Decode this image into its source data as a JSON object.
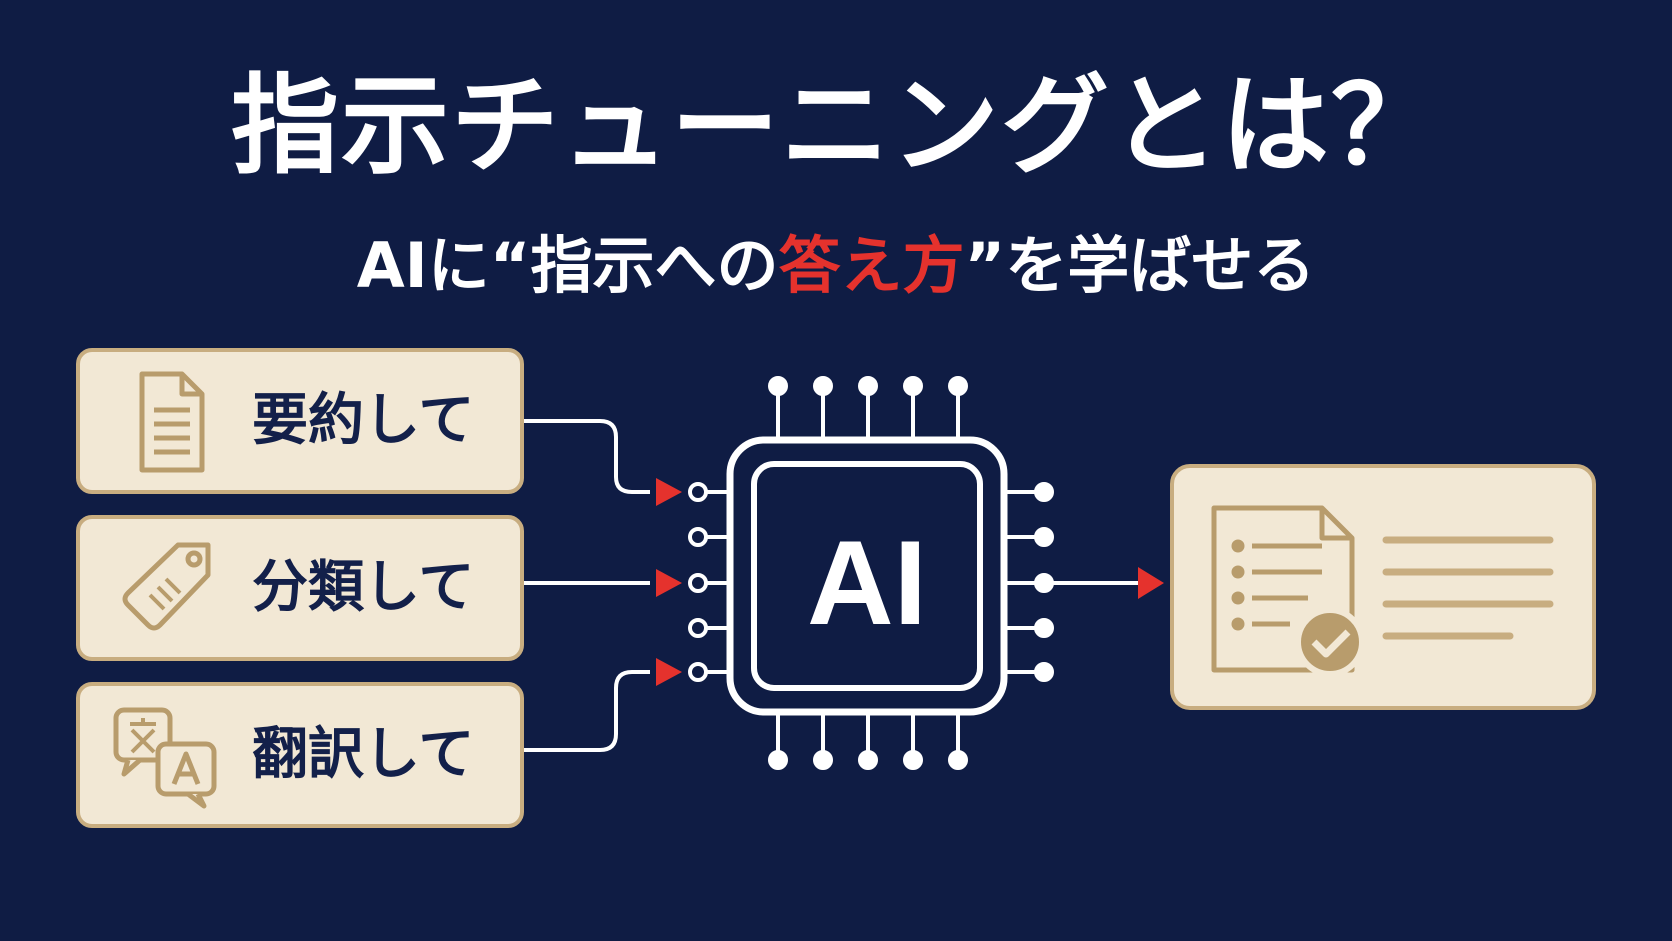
{
  "title": "指示チューニングとは？",
  "subtitle": {
    "before": "AIに“指示への",
    "highlight": "答え方",
    "after": "”を学ばせる"
  },
  "inputs": [
    {
      "label": "要約して",
      "icon": "document-icon"
    },
    {
      "label": "分類して",
      "icon": "tag-icon"
    },
    {
      "label": "翻訳して",
      "icon": "translate-icon"
    }
  ],
  "chip": {
    "label": "AI"
  },
  "output": {
    "icon": "checked-document-icon"
  },
  "colors": {
    "background": "#0f1c44",
    "card_fill": "#f2e8d5",
    "card_border": "#c8ad80",
    "icon": "#b89c6c",
    "arrow": "#e5322d",
    "text_dark": "#13204a"
  }
}
